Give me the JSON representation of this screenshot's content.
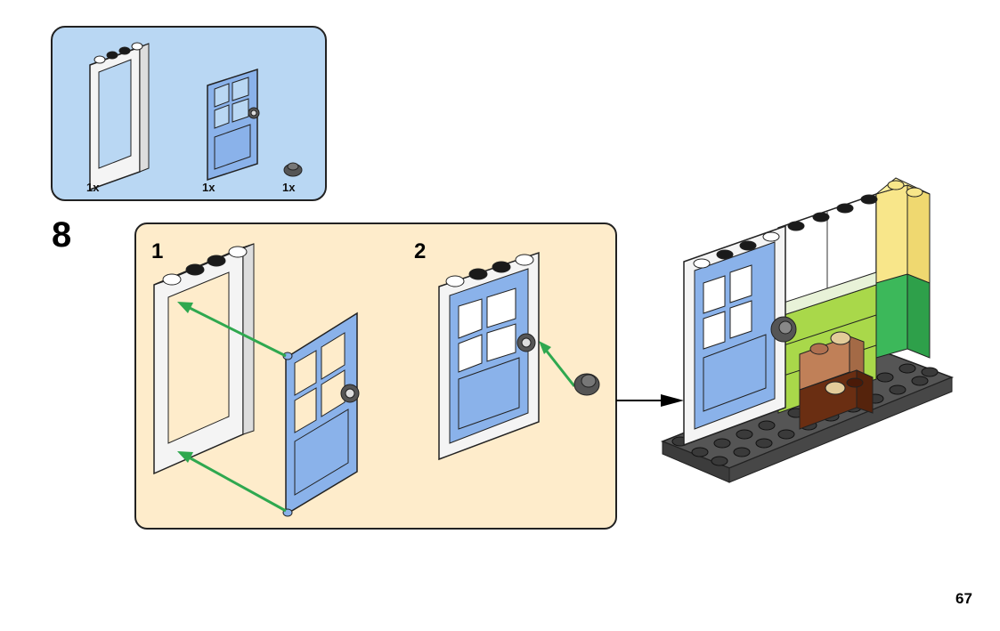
{
  "page": {
    "step_number": "8",
    "page_number": "67"
  },
  "parts_list": {
    "items": [
      {
        "name": "white-door-frame",
        "quantity": "1x"
      },
      {
        "name": "light-blue-door",
        "quantity": "1x"
      },
      {
        "name": "dark-gray-round-plate",
        "quantity": "1x"
      }
    ]
  },
  "sub_steps": [
    {
      "number": "1",
      "description": "attach-door-to-frame"
    },
    {
      "number": "2",
      "description": "attach-knob-to-door"
    }
  ],
  "colors": {
    "parts_box_bg": "#b9d7f3",
    "sub_step_bg": "#feeccb",
    "door_blue": "#8ab2ea",
    "frame_white": "#f4f4f4",
    "arrow_green": "#2fa84f",
    "stud_black": "#1a1a1a",
    "baseplate_gray": "#555555",
    "brick_yellow": "#f8e68a",
    "brick_green": "#3cb85a",
    "brick_lime": "#a9d84a",
    "brick_tan": "#c08058",
    "brick_brown": "#6a2e12",
    "stud_tan": "#e3cc9a"
  }
}
